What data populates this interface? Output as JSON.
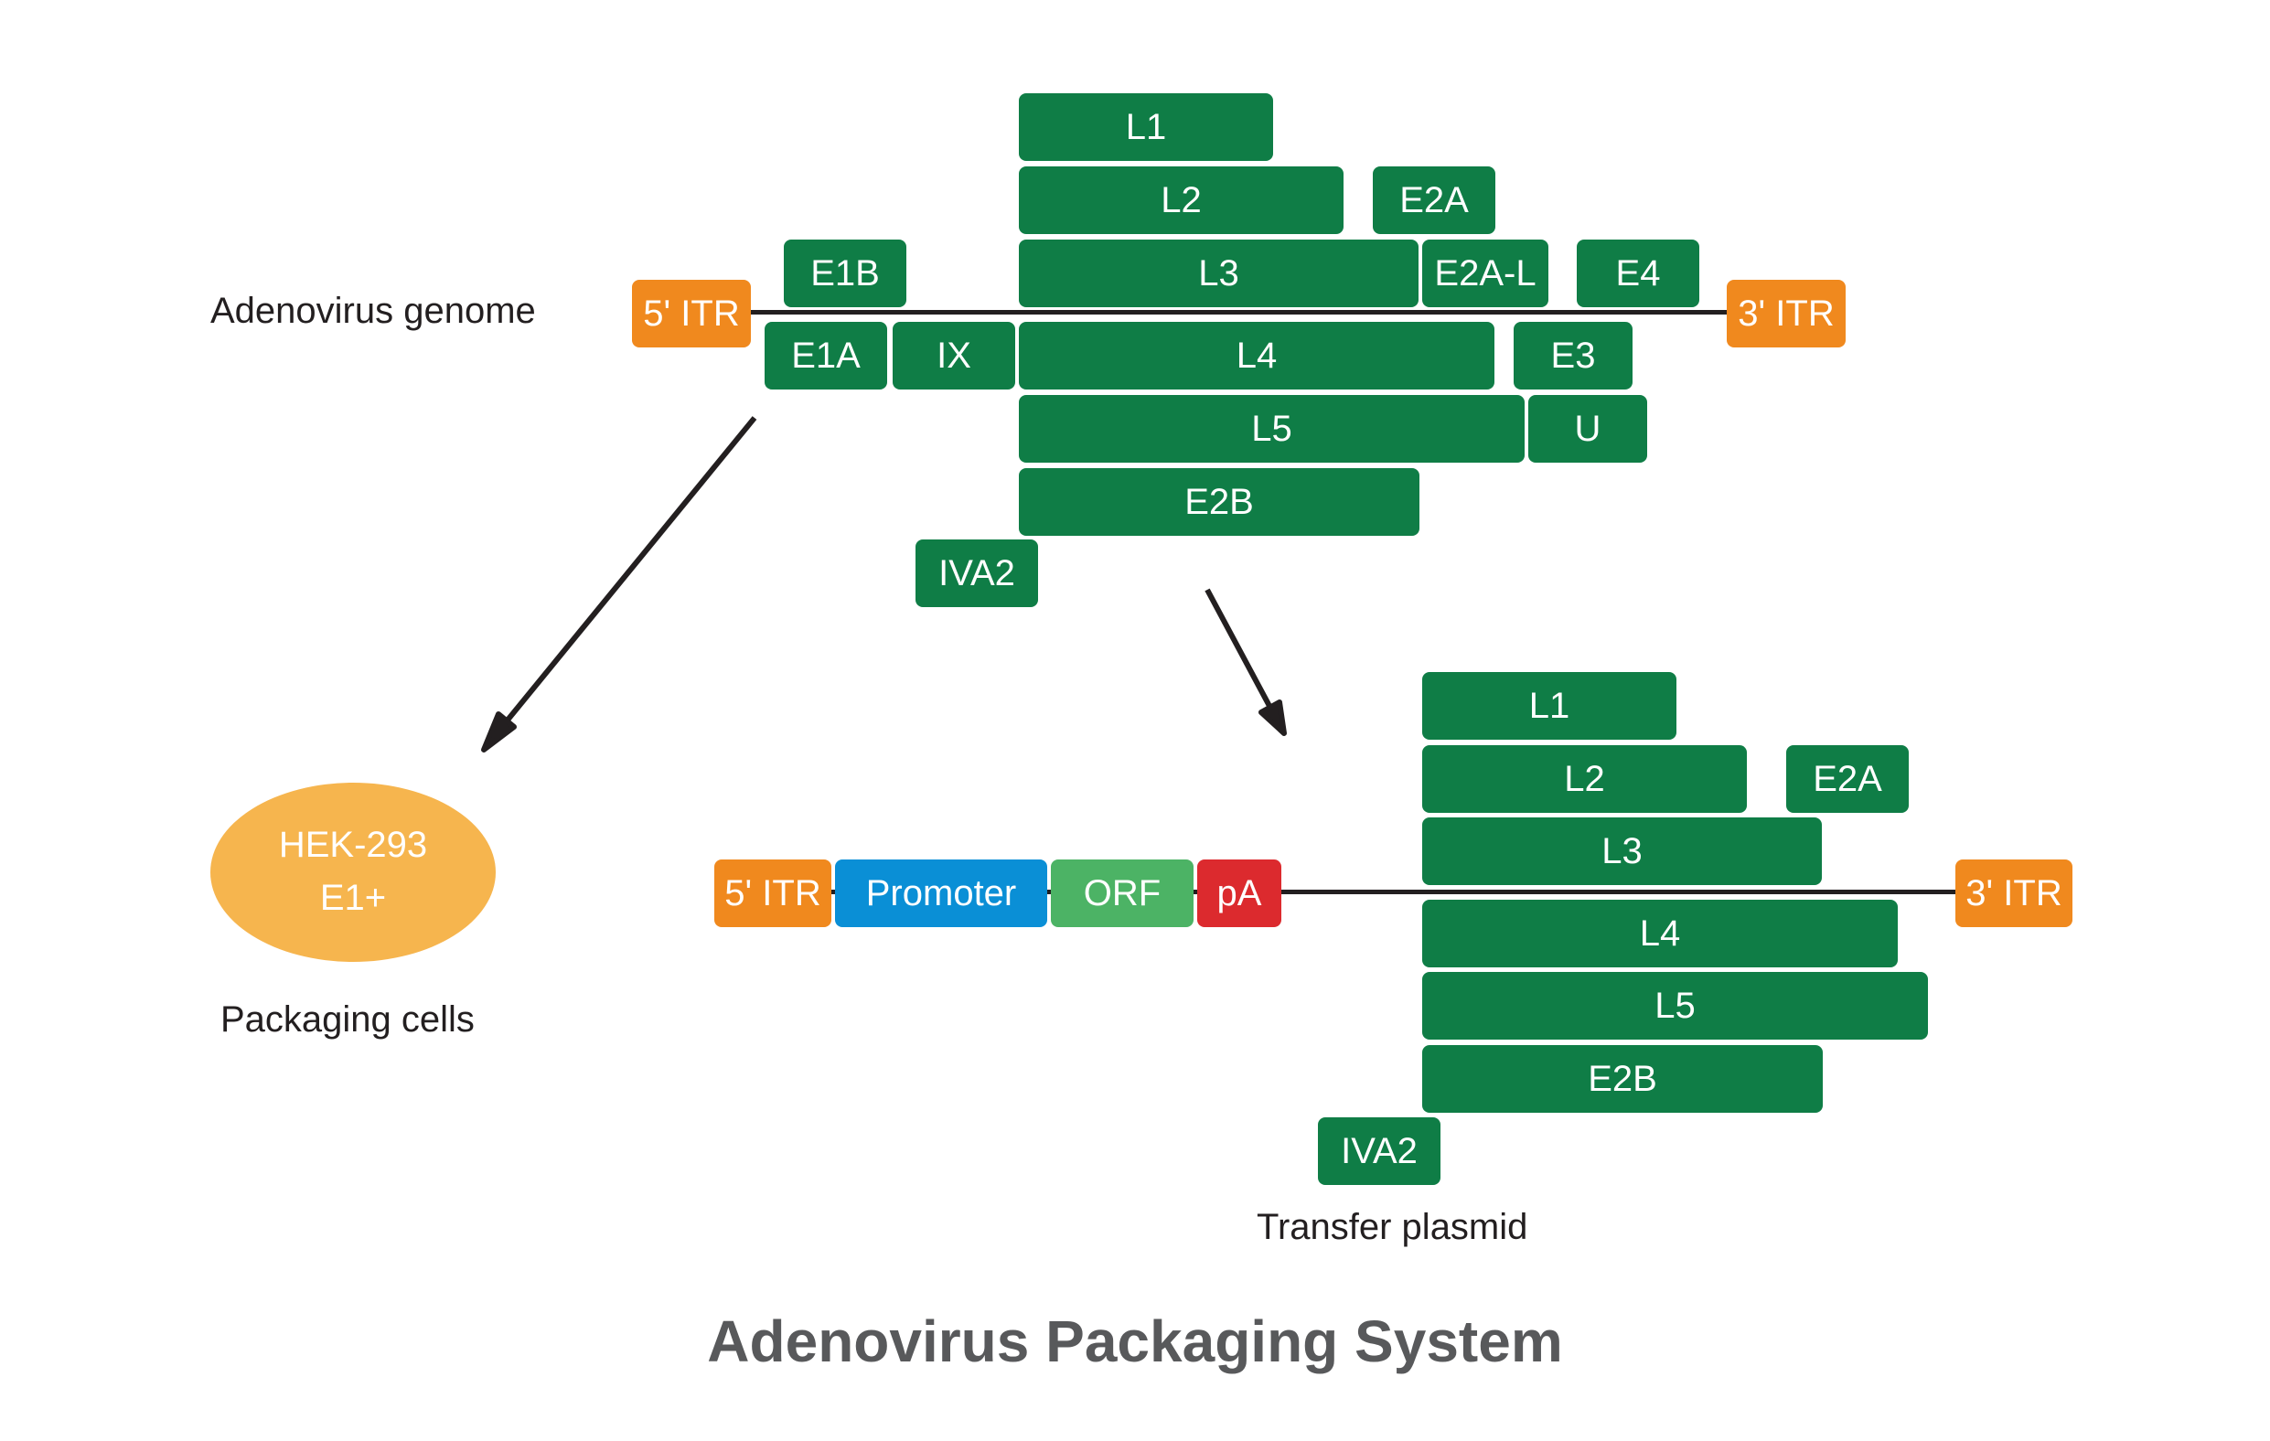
{
  "colors": {
    "gene": "#0f7d46",
    "itr": "#f0891e",
    "promoter": "#0a8fd6",
    "orf": "#4cb365",
    "pa": "#dc2a2e",
    "cell": "#f6b54e",
    "line": "#231f20",
    "title": "#58595b"
  },
  "title": "Adenovirus Packaging System",
  "genome": {
    "label": "Adenovirus genome",
    "itr5": "5' ITR",
    "itr3": "3' ITR",
    "genes": {
      "l1": "L1",
      "l2": "L2",
      "e2a": "E2A",
      "e1b": "E1B",
      "l3": "L3",
      "e2al": "E2A-L",
      "e4": "E4",
      "e1a": "E1A",
      "ix": "IX",
      "l4": "L4",
      "e3": "E3",
      "l5": "L5",
      "u": "U",
      "e2b": "E2B",
      "iva2": "IVA2"
    }
  },
  "packaging_cells": {
    "label": "Packaging cells",
    "cell_line": "HEK-293",
    "genotype": "E1+"
  },
  "transfer_plasmid": {
    "label": "Transfer plasmid",
    "itr5": "5' ITR",
    "promoter": "Promoter",
    "orf": "ORF",
    "pa": "pA",
    "itr3": "3' ITR",
    "genes": {
      "l1": "L1",
      "l2": "L2",
      "e2a": "E2A",
      "l3": "L3",
      "l4": "L4",
      "l5": "L5",
      "e2b": "E2B",
      "iva2": "IVA2"
    }
  }
}
